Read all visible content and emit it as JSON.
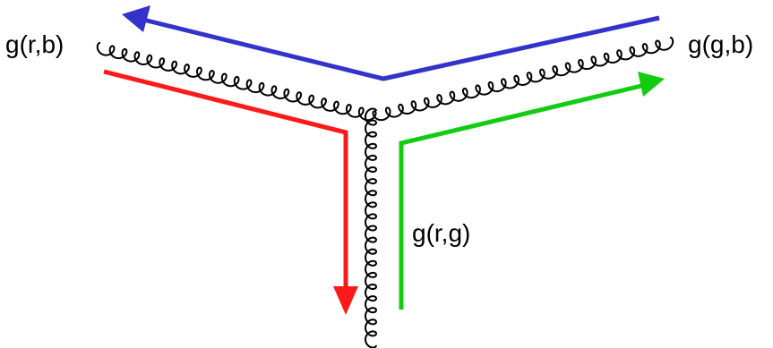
{
  "labels": {
    "left_gluon": "g(r,b)",
    "right_gluon": "g(g,b)",
    "bottom_gluon": "g(r,g)"
  },
  "colors": {
    "red": "#ff1a1a",
    "green": "#11cc11",
    "blue": "#3333cc",
    "gluon": "#000000"
  }
}
